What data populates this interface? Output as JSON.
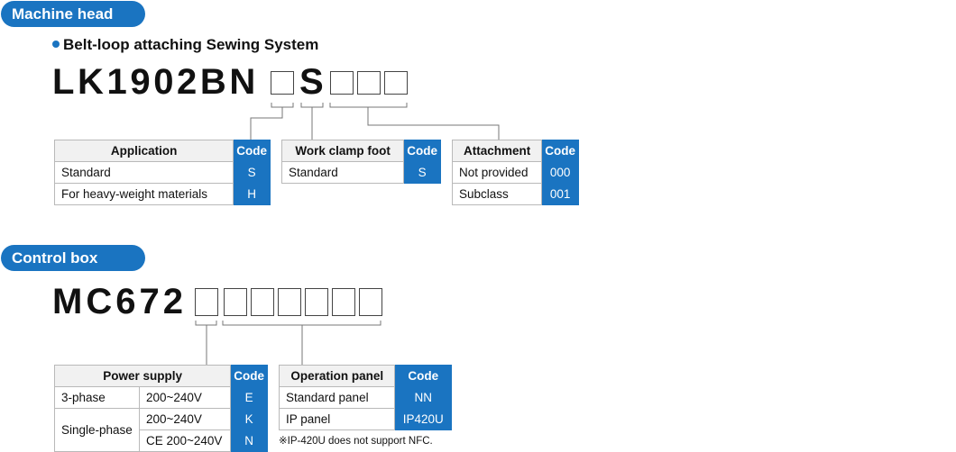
{
  "machine_head": {
    "header": "Machine head",
    "subtitle": "Belt-loop attaching Sewing System",
    "model_prefix": "LK1902BN",
    "model_fixed": "S",
    "application_table": {
      "header": "Application",
      "code_header": "Code",
      "rows": [
        {
          "label": "Standard",
          "code": "S"
        },
        {
          "label": "For heavy-weight materials",
          "code": "H"
        }
      ]
    },
    "work_clamp_table": {
      "header": "Work clamp foot",
      "code_header": "Code",
      "rows": [
        {
          "label": "Standard",
          "code": "S"
        }
      ]
    },
    "attachment_table": {
      "header": "Attachment",
      "code_header": "Code",
      "rows": [
        {
          "label": "Not provided",
          "code": "000"
        },
        {
          "label": "Subclass",
          "code": "001"
        }
      ]
    }
  },
  "control_box": {
    "header": "Control box",
    "model_prefix": "MC672",
    "power_table": {
      "header": "Power supply",
      "code_header": "Code",
      "phase_3": "3-phase",
      "phase_single": "Single-phase",
      "rows": [
        {
          "voltage": "200~240V",
          "code": "E"
        },
        {
          "voltage": "200~240V",
          "code": "K"
        },
        {
          "voltage": "CE 200~240V",
          "code": "N"
        }
      ]
    },
    "panel_table": {
      "header": "Operation panel",
      "code_header": "Code",
      "rows": [
        {
          "label": "Standard panel",
          "code": "NN"
        },
        {
          "label": "IP panel",
          "code": "IP420U"
        }
      ]
    },
    "note": "※IP-420U does not support NFC."
  },
  "colors": {
    "accent": "#1a74c1",
    "table_header_bg": "#f1f1f1",
    "border": "#b9b9b9"
  }
}
